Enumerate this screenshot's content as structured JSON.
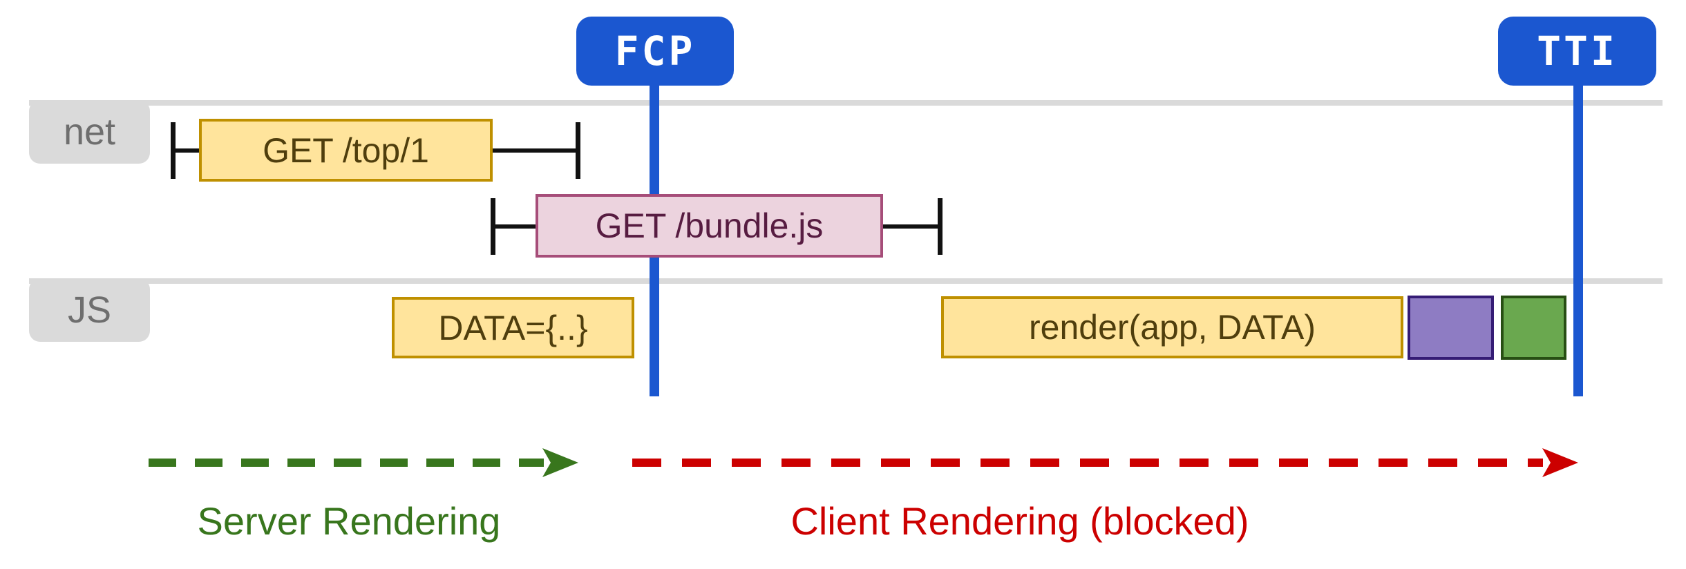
{
  "markers": {
    "fcp_label": "FCP",
    "tti_label": "TTI"
  },
  "lanes": {
    "net_label": "net",
    "js_label": "JS"
  },
  "bars": {
    "top_request": "GET /top/1",
    "bundle_request": "GET /bundle.js",
    "data_task": "DATA={..}",
    "render_task": "render(app, DATA)"
  },
  "phases": {
    "server": "Server Rendering",
    "client": "Client Rendering (blocked)"
  },
  "colors": {
    "blue": "#1b57d0",
    "lane-gray": "#dadada",
    "lane-text": "#6e6e6e",
    "yellow-fill": "#ffe49c",
    "yellow-border": "#bf9000",
    "yellow-text": "#4f3e0d",
    "pink-fill": "#ecd3de",
    "pink-border": "#a64d79",
    "pink-text": "#571c41",
    "purple-fill": "#8e7cc3",
    "purple-border": "#351c75",
    "green-fill": "#6aa84f",
    "green-border": "#274e13",
    "arrow-green": "#38761d",
    "arrow-red": "#cc0000",
    "tick": "#111111"
  }
}
